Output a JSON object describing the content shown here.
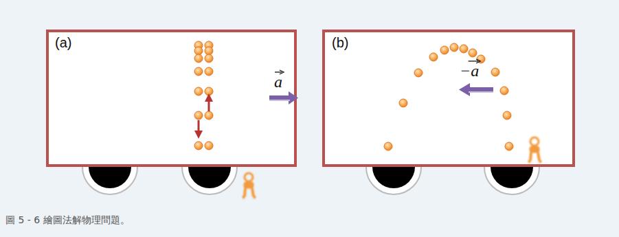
{
  "diagram": {
    "caption": "圖 5 - 6 繪圖法解物理問題。",
    "labels": [
      "(a)",
      "a",
      "(b)",
      "−a"
    ]
  }
}
